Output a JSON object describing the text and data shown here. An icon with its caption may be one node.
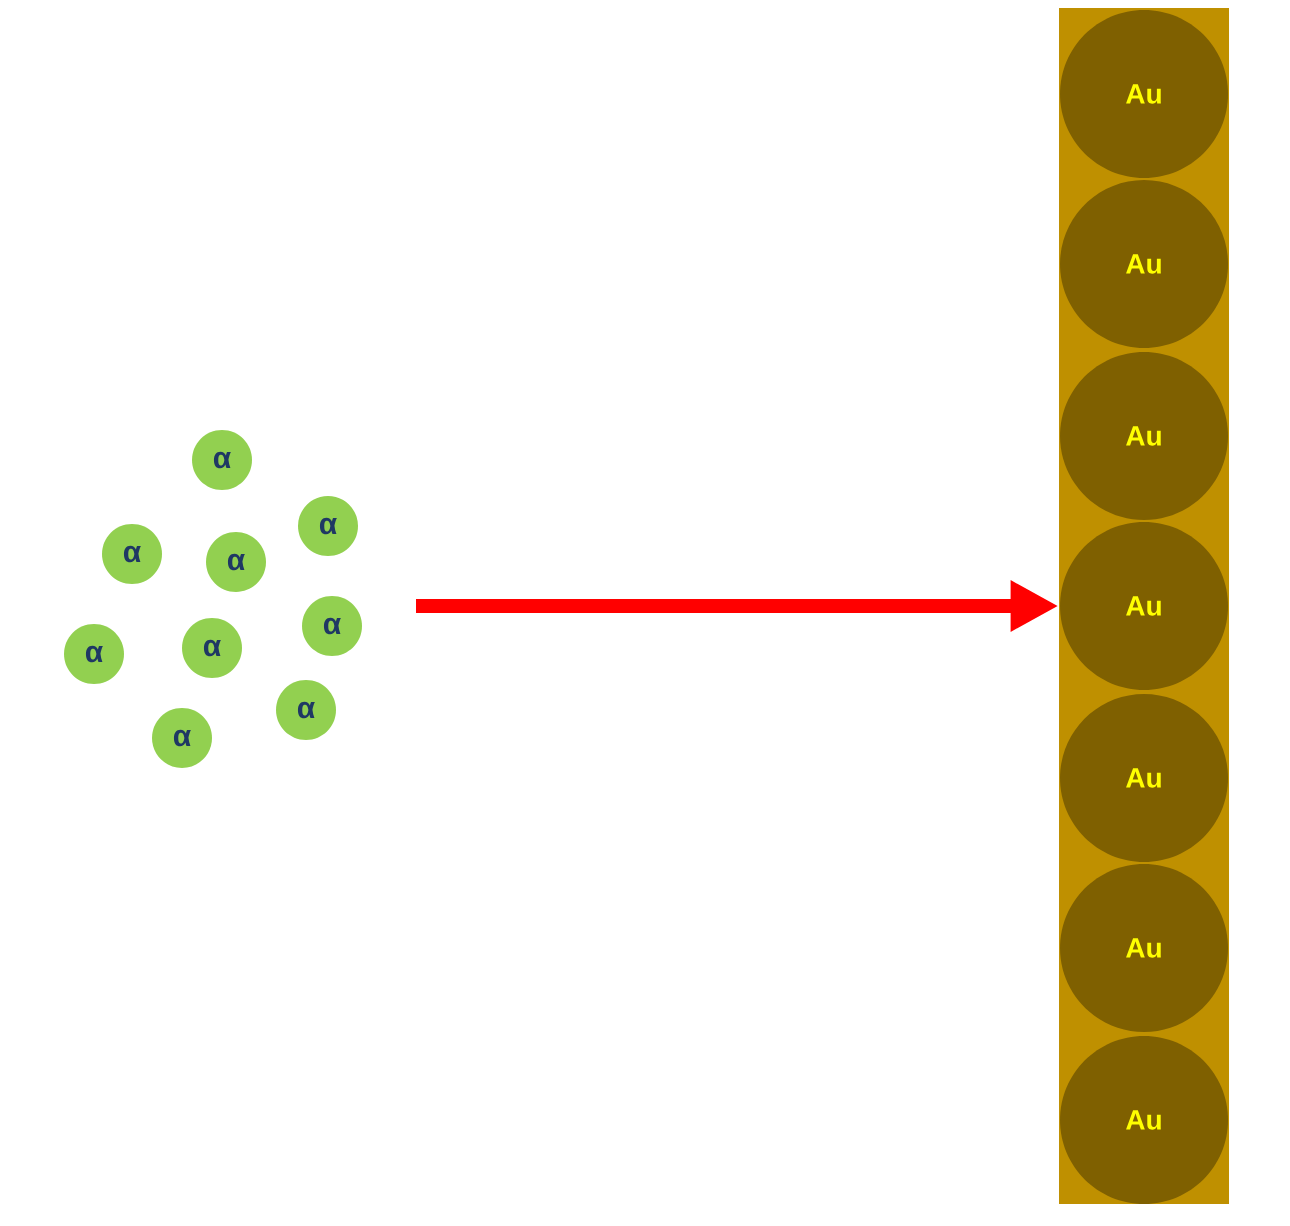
{
  "diagram": {
    "nodes": [
      {
        "text": [
          "α"
        ]
      },
      {
        "text": [
          "α"
        ]
      },
      {
        "text": [
          "α"
        ]
      },
      {
        "text": [
          "α"
        ]
      },
      {
        "text": [
          "α"
        ]
      },
      {
        "text": [
          "α"
        ]
      },
      {
        "text": [
          "α"
        ]
      },
      {
        "text": [
          "α"
        ]
      },
      {
        "text": [
          "α"
        ]
      },
      {
        "text": [],
        "shape": "bar"
      },
      {
        "text": [
          "Au"
        ],
        "in": 9
      },
      {
        "text": [
          "Au"
        ],
        "in": 9
      },
      {
        "text": [
          "Au"
        ],
        "in": 9
      },
      {
        "text": [
          "Au"
        ],
        "in": 9
      },
      {
        "text": [
          "Au"
        ],
        "in": 9
      },
      {
        "text": [
          "Au"
        ],
        "in": 9
      },
      {
        "text": [
          "Au"
        ],
        "in": 9
      }
    ],
    "edges": [
      {
        "from": null,
        "to": 9,
        "arrow": "to",
        "color": "#ff0000"
      }
    ]
  }
}
